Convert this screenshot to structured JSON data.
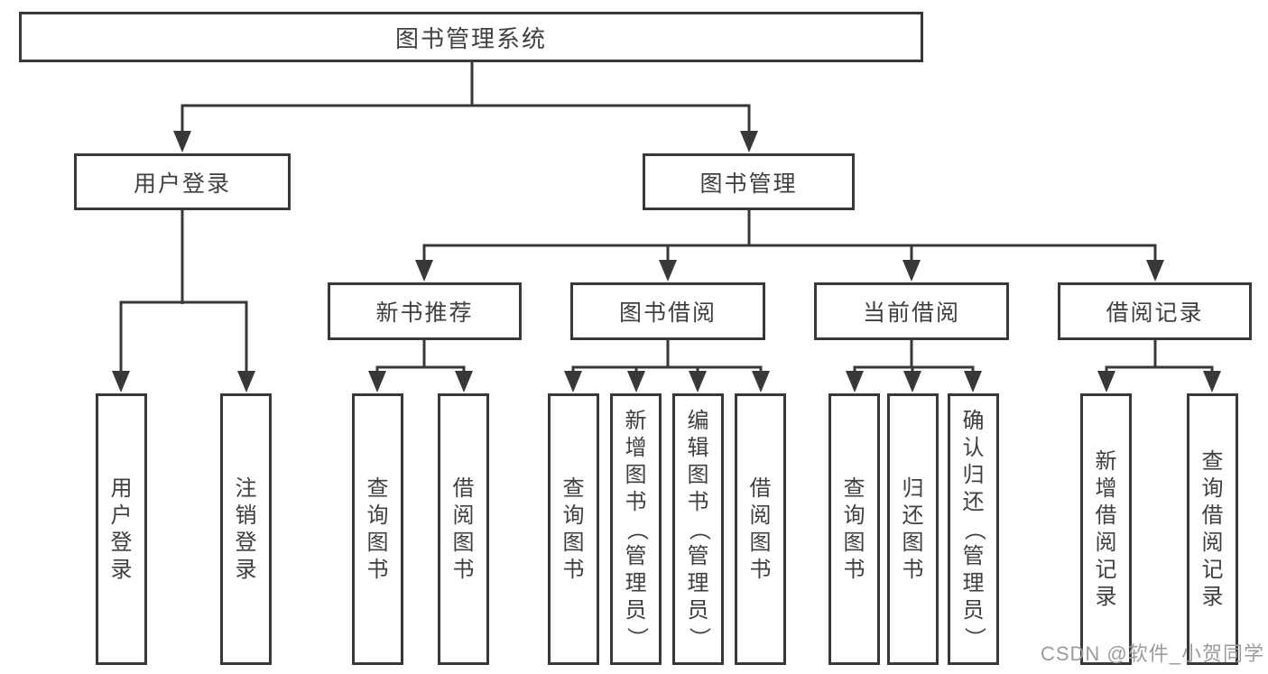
{
  "diagram": {
    "root": {
      "label": "图书管理系统"
    },
    "branches": [
      {
        "label": "用户登录",
        "children": [
          {
            "label": "用户登录"
          },
          {
            "label": "注销登录"
          }
        ]
      },
      {
        "label": "图书管理",
        "children": [
          {
            "label": "新书推荐",
            "children": [
              {
                "label": "查询图书"
              },
              {
                "label": "借阅图书"
              }
            ]
          },
          {
            "label": "图书借阅",
            "children": [
              {
                "label": "查询图书"
              },
              {
                "label": "新增图书（管理员）"
              },
              {
                "label": "编辑图书（管理员）"
              },
              {
                "label": "借阅图书"
              }
            ]
          },
          {
            "label": "当前借阅",
            "children": [
              {
                "label": "查询图书"
              },
              {
                "label": "归还图书"
              },
              {
                "label": "确认归还（管理员）"
              }
            ]
          },
          {
            "label": "借阅记录",
            "children": [
              {
                "label": "新增借阅记录"
              },
              {
                "label": "查询借阅记录"
              }
            ]
          }
        ]
      }
    ]
  },
  "watermark": "CSDN @软件_小贺同学",
  "colors": {
    "line": "#383838",
    "text": "#3f3f3f",
    "watermark": "#9b9b9b",
    "background": "#ffffff"
  }
}
